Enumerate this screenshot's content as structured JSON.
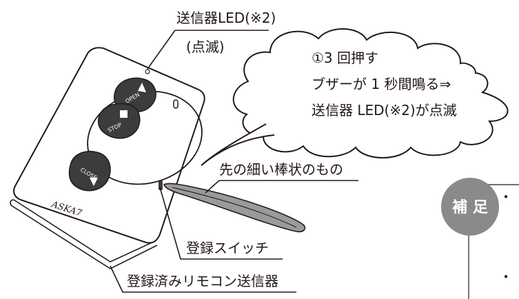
{
  "labels": {
    "transmitter_led": "送信器LED(※2)",
    "blinking": "(点滅)",
    "thin_rod": "先の細い棒状のもの",
    "register_switch": "登録スイッチ",
    "registered_remote": "登録済みリモコン送信器"
  },
  "bubble": {
    "lines": [
      "①3 回押す",
      "ブザーが 1 秒間鳴る⇒",
      "送信器 LED(※2)が点滅"
    ]
  },
  "remote": {
    "open_label": "OPEN",
    "stop_label": "STOP",
    "close_label": "CLOSE",
    "brand": "ASKA7"
  },
  "supplement": {
    "badge": "補 足",
    "bullets": [
      "・",
      "・"
    ]
  },
  "colors": {
    "ink": "#231815",
    "badge_fill": "#8a8a8a",
    "button_fill": "#3c3c3c"
  }
}
